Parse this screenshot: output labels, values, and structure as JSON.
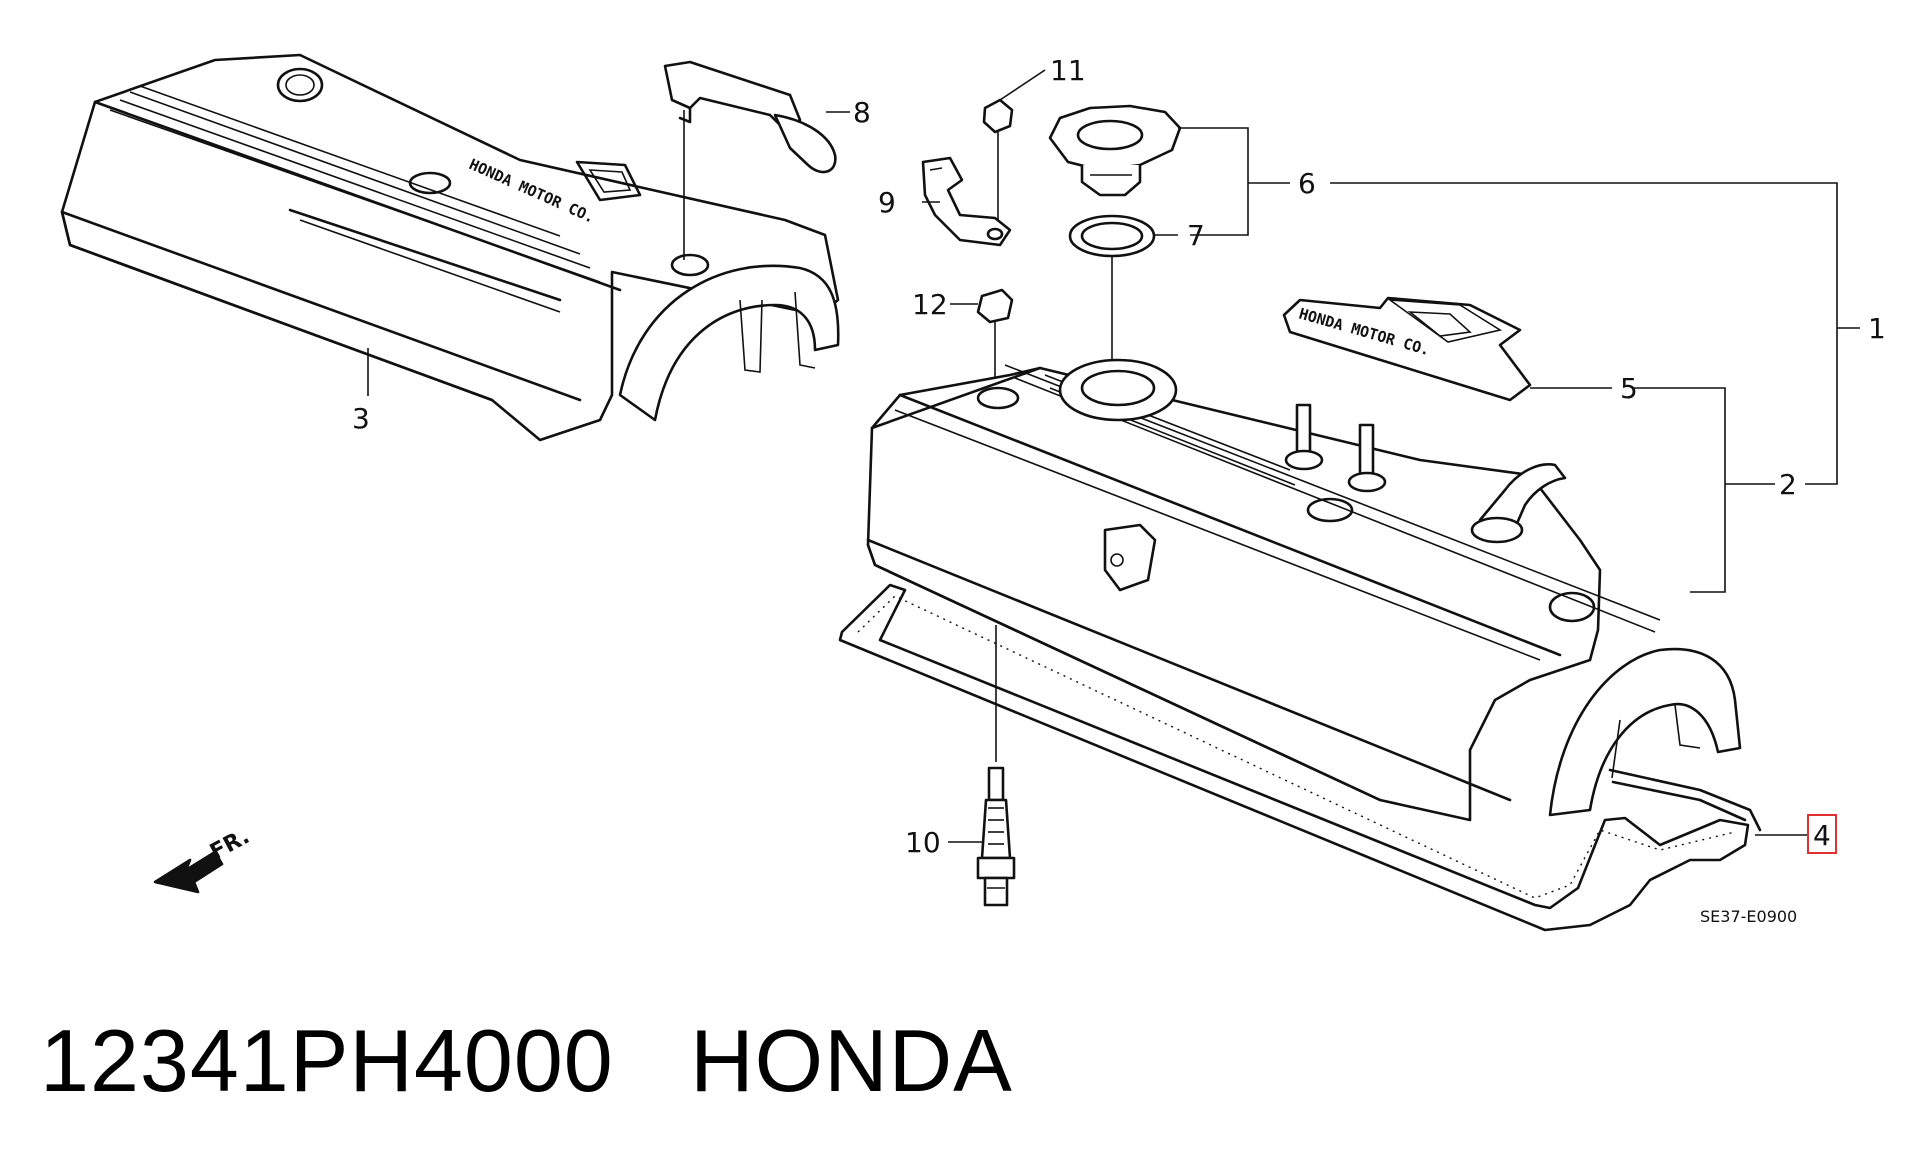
{
  "callouts": {
    "c1": "1",
    "c2": "2",
    "c3": "3",
    "c4": "4",
    "c5": "5",
    "c6": "6",
    "c7": "7",
    "c8": "8",
    "c9": "9",
    "c10": "10",
    "c11": "11",
    "c12": "12"
  },
  "front_arrow": {
    "label": "FR."
  },
  "cover_lettering": "HONDA MOTOR CO.",
  "emblem_lettering": "HONDA MOTOR CO.",
  "diagram_code": "SE37-E0900",
  "caption": {
    "part_number": "12341PH4000",
    "brand": "HONDA"
  },
  "highlighted_callout": "4",
  "colors": {
    "line": "#111111",
    "highlight": "#e23030",
    "background": "#ffffff"
  }
}
